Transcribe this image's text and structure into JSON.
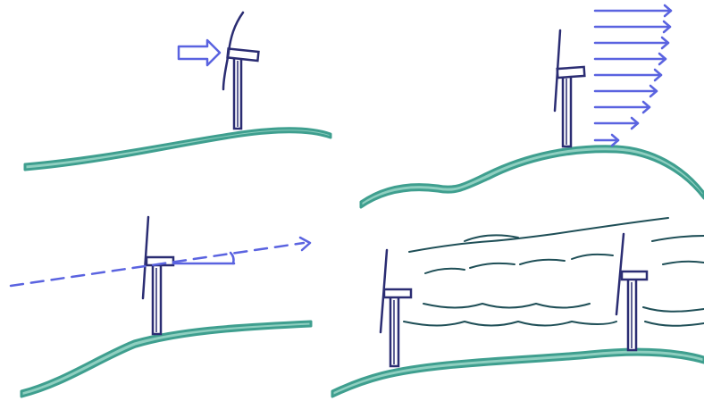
{
  "colors": {
    "hill_fill": "#8fcfc0",
    "hill_stroke": "#3f9f8f",
    "turbine_stroke": "#2b2d73",
    "turbine_fill": "#ffffff",
    "wind_arrow": "#5a63e0",
    "wake_line": "#1f4f57",
    "background": "#ffffff"
  },
  "panels": [
    {
      "id": "panel-1",
      "icon": "turbine-on-hill-with-wind-arrow-icon"
    },
    {
      "id": "panel-2",
      "icon": "turbine-with-wind-shear-profile-icon"
    },
    {
      "id": "panel-3",
      "icon": "turbine-with-upflow-inclined-wind-icon"
    },
    {
      "id": "panel-4",
      "icon": "turbines-with-wake-turbulence-icon"
    }
  ]
}
